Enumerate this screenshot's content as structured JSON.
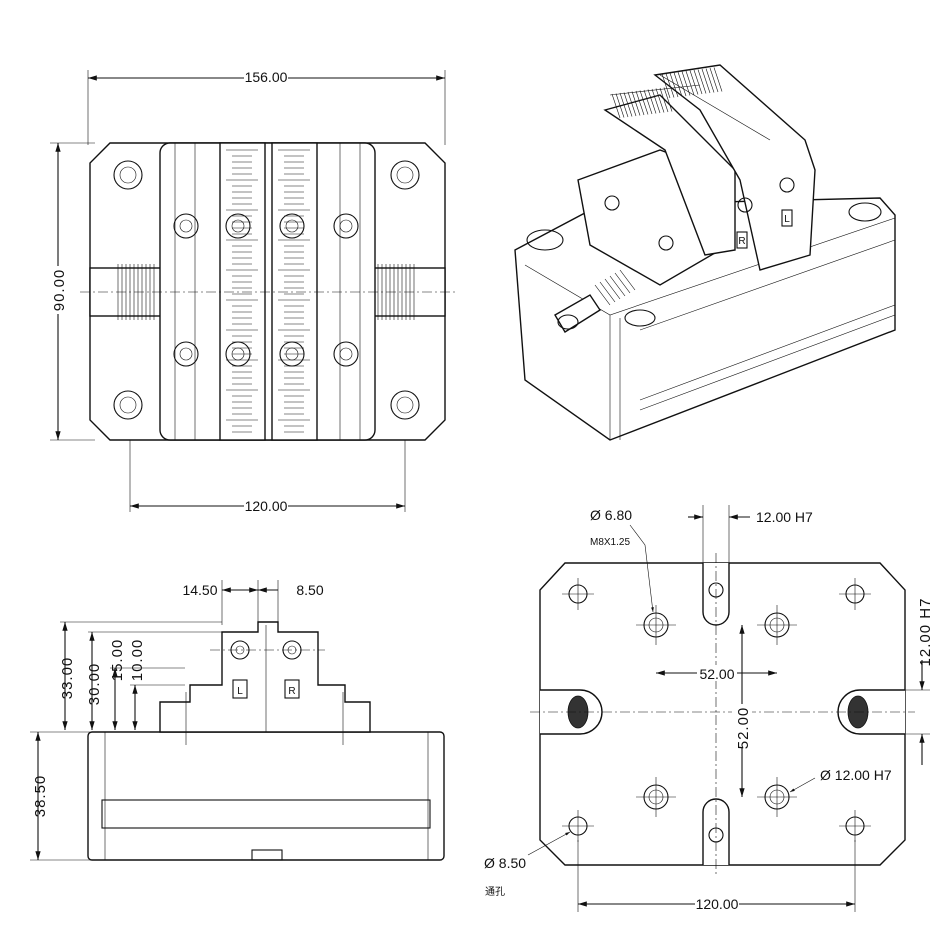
{
  "top_view": {
    "width_dim": "156.00",
    "depth_dim": "90.00",
    "hole_spacing_dim": "120.00"
  },
  "iso_view": {
    "jaw_left_mark": "L",
    "jaw_right_mark": "R"
  },
  "side_view": {
    "dim_jaw_offset": "14.50",
    "dim_jaw_gap": "8.50",
    "dim_total_height": "33.00",
    "dim_30": "30.00",
    "dim_15": "15.00",
    "dim_10": "10.00",
    "dim_base_height": "38.50",
    "jaw_left_mark": "L",
    "jaw_right_mark": "R"
  },
  "bottom_view": {
    "tap_hole_dia": "Ø  6.80",
    "tap_thread": "M8X1.25",
    "slot_width": "12.00  H7",
    "slot_depth": "12.00  H7",
    "pin_spacing_x": "52.00",
    "pin_spacing_y": "52.00",
    "pin_hole_dia": "Ø  12.00  H7",
    "through_hole_dia": "Ø  8.50",
    "through_hole_note": "通孔",
    "hole_spacing": "120.00"
  }
}
